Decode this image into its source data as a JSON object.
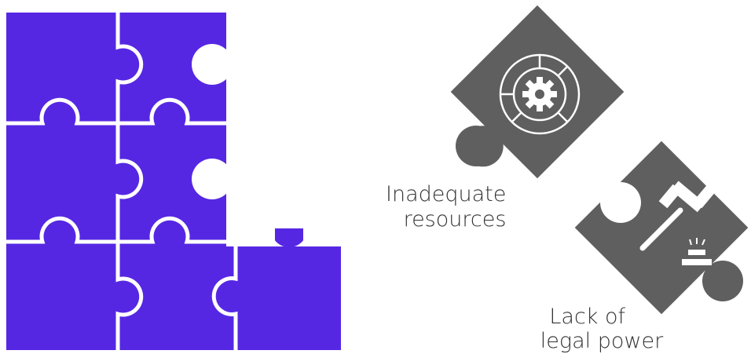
{
  "colors": {
    "puzzle_purple": "#5627e3",
    "puzzle_gray": "#5f5f5f",
    "gap_white": "#ffffff",
    "text": "#333333"
  },
  "icons": {
    "resources_piece": "gear-icon",
    "legal_piece": "gavel-icon"
  },
  "labels": {
    "inadequate_resources": [
      "Inadequate",
      "resources"
    ],
    "lack_of_legal_power": [
      "Lack of",
      "legal power"
    ]
  }
}
